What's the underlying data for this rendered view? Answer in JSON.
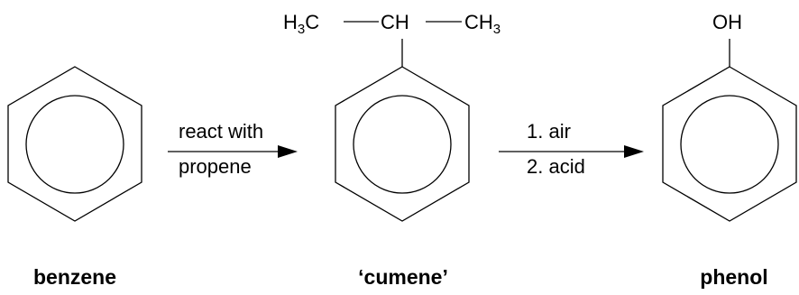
{
  "scheme": {
    "compounds": [
      {
        "name": "benzene"
      },
      {
        "name": "‘cumene’",
        "substituent": {
          "left_group": "H3C",
          "center_group": "CH",
          "right_group": "CH3"
        }
      },
      {
        "name": "phenol",
        "substituent": {
          "group": "OH"
        }
      }
    ],
    "steps": [
      {
        "conditions_above": "react with",
        "conditions_below": "propene"
      },
      {
        "conditions_above": "1. air",
        "conditions_below": "2. acid"
      }
    ]
  }
}
